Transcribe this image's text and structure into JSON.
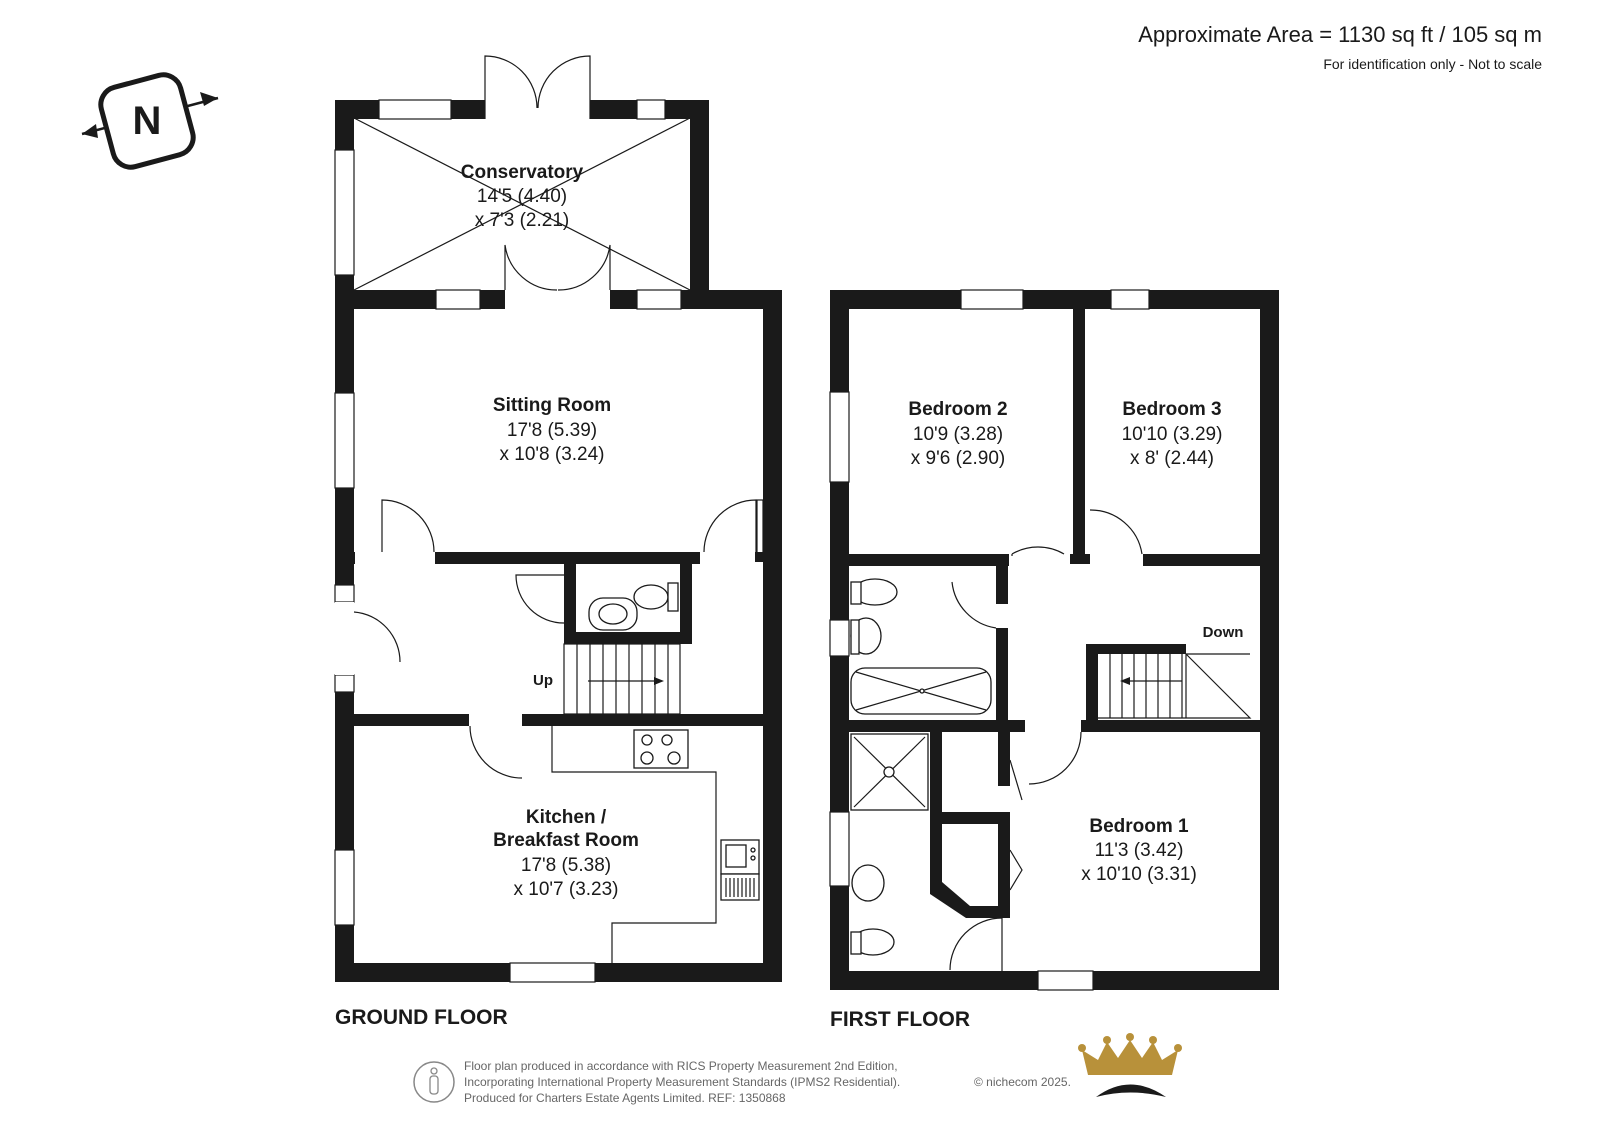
{
  "header": {
    "approx_area": "Approximate Area = 1130 sq ft / 105 sq m",
    "scale_note": "For identification only - Not to scale"
  },
  "compass": {
    "letter": "N",
    "icon": "north-compass-icon"
  },
  "ground_floor": {
    "title": "GROUND FLOOR",
    "stairs_label": "Up",
    "rooms": {
      "conservatory": {
        "name": "Conservatory",
        "dim1": "14'5 (4.40)",
        "dim2": "x 7'3 (2.21)"
      },
      "sitting_room": {
        "name": "Sitting Room",
        "dim1": "17'8 (5.39)",
        "dim2": "x 10'8 (3.24)"
      },
      "kitchen": {
        "name_line1": "Kitchen /",
        "name_line2": "Breakfast Room",
        "dim1": "17'8 (5.38)",
        "dim2": "x 10'7 (3.23)"
      }
    }
  },
  "first_floor": {
    "title": "FIRST FLOOR",
    "stairs_label": "Down",
    "rooms": {
      "bedroom2": {
        "name": "Bedroom 2",
        "dim1": "10'9 (3.28)",
        "dim2": "x 9'6 (2.90)"
      },
      "bedroom3": {
        "name": "Bedroom 3",
        "dim1": "10'10 (3.29)",
        "dim2": "x 8' (2.44)"
      },
      "bedroom1": {
        "name": "Bedroom 1",
        "dim1": "11'3 (3.42)",
        "dim2": "x 10'10 (3.31)"
      }
    }
  },
  "footer": {
    "line1": "Floor plan produced in accordance with RICS Property Measurement 2nd Edition,",
    "line2": "Incorporating International Property Measurement Standards (IPMS2 Residential).",
    "line3": "Produced for Charters Estate Agents Limited.   REF: 1350868",
    "copyright": "© nichecom 2025.",
    "person_icon": "person-icon",
    "crown_logo": "crown-logo"
  },
  "colors": {
    "wall": "#1a1a1a",
    "footer_text": "#666666",
    "logo_gold": "#b8913a"
  }
}
